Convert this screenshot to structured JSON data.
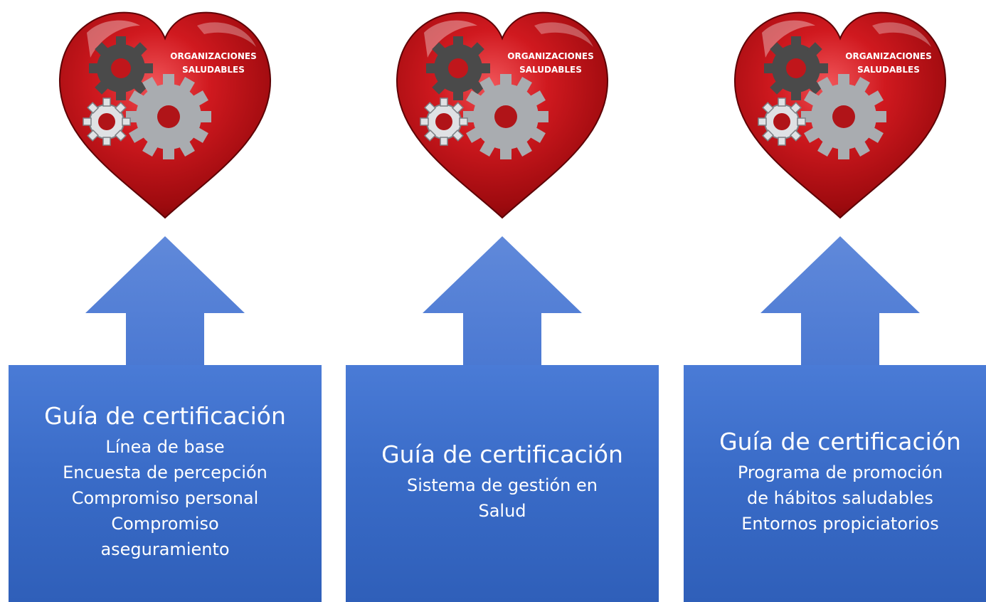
{
  "diagram": {
    "heart_label": [
      "ORGANIZACIONES",
      "SALUDABLES"
    ],
    "colors": {
      "heart_red": "#c0161b",
      "heart_dark": "#7a0508",
      "gear_dark": "#4a4a4a",
      "gear_light": "#b5b8bc",
      "arrow_blue": "#4a78d2",
      "box_blue": "#3a6cc8",
      "text": "#ffffff"
    },
    "columns": [
      {
        "title": "Guía de certificación",
        "items": [
          "Línea de base",
          "Encuesta de percepción",
          "Compromiso personal",
          "Compromiso",
          "aseguramiento"
        ]
      },
      {
        "title": "Guía de certificación",
        "items": [
          "Sistema de gestión en",
          "Salud"
        ]
      },
      {
        "title": "Guía de certificación",
        "items": [
          "Programa de promoción",
          "de hábitos saludables",
          "Entornos propiciatorios"
        ]
      }
    ]
  }
}
